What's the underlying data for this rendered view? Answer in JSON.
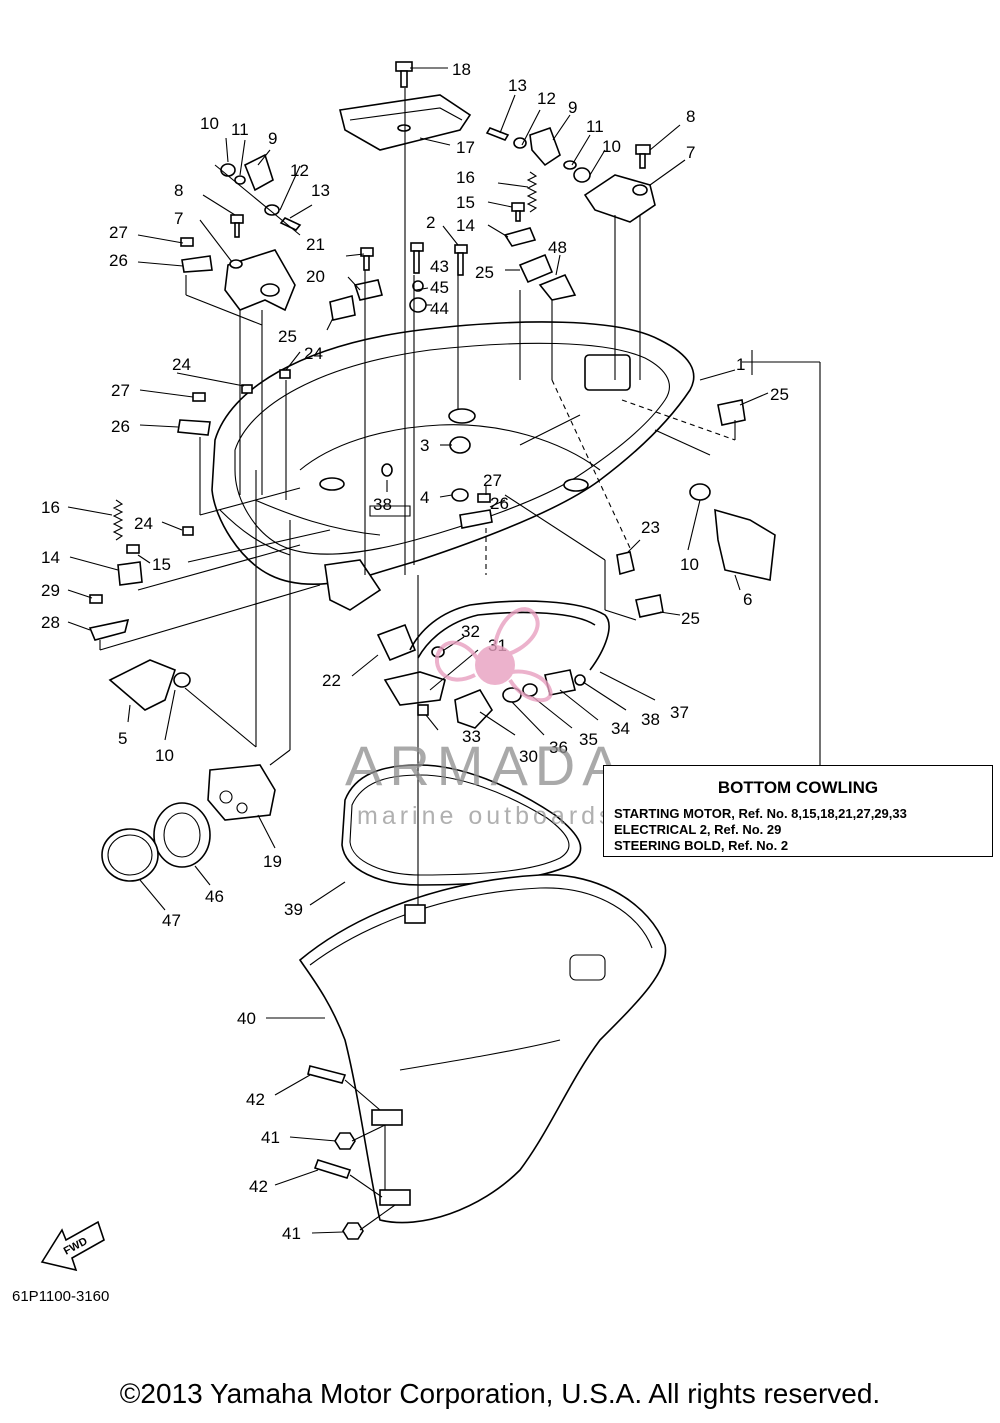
{
  "legend": {
    "title": "BOTTOM COWLING",
    "rows": [
      "STARTING MOTOR,  Ref. No. 8,15,18,21,27,29,33",
      "ELECTRICAL 2,     Ref. No. 29",
      "STEERING BOLD, Ref. No. 2"
    ]
  },
  "part_code": "61P1100-3160",
  "copyright": "©2013 Yamaha Motor Corporation, U.S.A. All rights reserved.",
  "watermark": {
    "name": "ARMADA",
    "subtitle": "marine outboards"
  },
  "fwd_label": "FWD",
  "callouts": [
    "18",
    "17",
    "13",
    "12",
    "9",
    "11",
    "10",
    "8",
    "7",
    "16",
    "15",
    "14",
    "2",
    "43",
    "45",
    "44",
    "25",
    "48",
    "1",
    "21",
    "20",
    "27",
    "26",
    "24",
    "3",
    "4",
    "38",
    "23",
    "6",
    "5",
    "22",
    "32",
    "31",
    "37",
    "34",
    "36",
    "35",
    "30",
    "33",
    "19",
    "46",
    "47",
    "39",
    "40",
    "42",
    "41",
    "29",
    "28"
  ],
  "colors": {
    "line": "#000000",
    "watermark_gray": "#8c8c8c",
    "watermark_pink": "#e8a0c0"
  }
}
